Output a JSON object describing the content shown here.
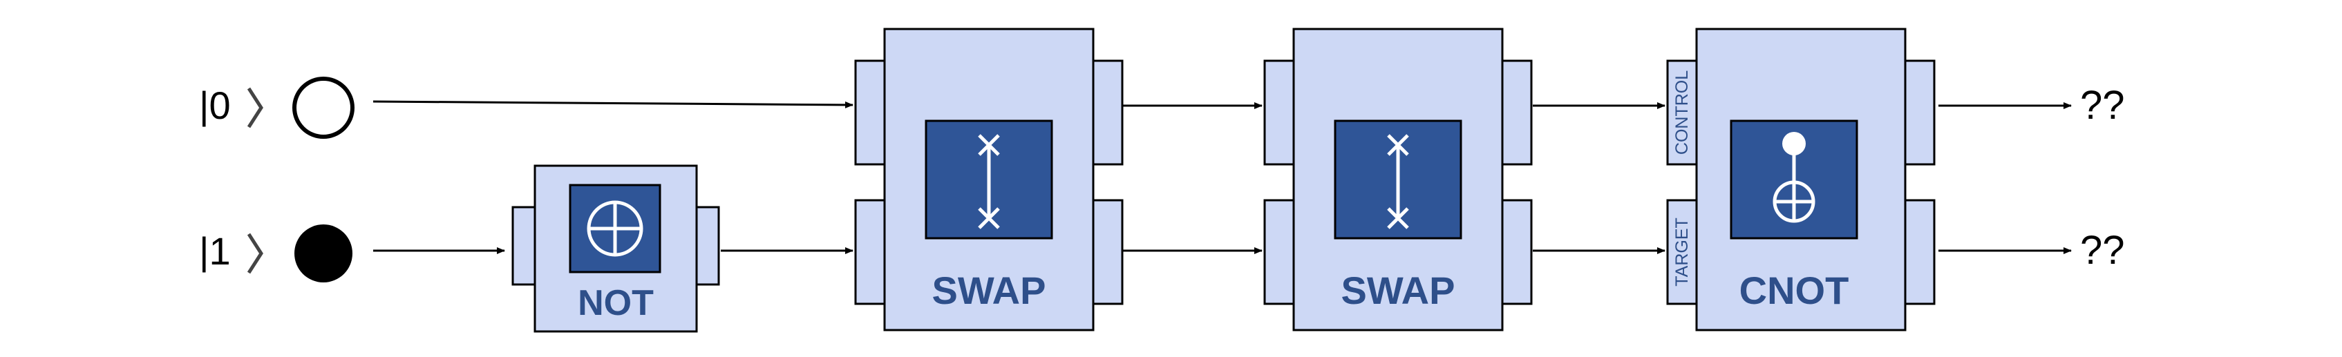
{
  "colors": {
    "gate_fill": "#cdd8f5",
    "gate_stroke": "#000000",
    "symbol_fill": "#2f5597",
    "symbol_stroke": "#000000",
    "symbol_line": "#ffffff",
    "label": "#2e4f8a",
    "wire": "#000000"
  },
  "inputs": [
    {
      "label": "|0",
      "state": "empty-circle"
    },
    {
      "label": "|1",
      "state": "filled-circle"
    }
  ],
  "gates": {
    "not": {
      "label": "NOT",
      "icon": "xor-plus-icon"
    },
    "swap1": {
      "label": "SWAP",
      "icon": "swap-icon"
    },
    "swap2": {
      "label": "SWAP",
      "icon": "swap-icon"
    },
    "cnot": {
      "label": "CNOT",
      "icon": "control-target-icon",
      "ports": {
        "control": "CONTROL",
        "target": "TARGET"
      }
    }
  },
  "outputs": [
    "??",
    "??"
  ]
}
